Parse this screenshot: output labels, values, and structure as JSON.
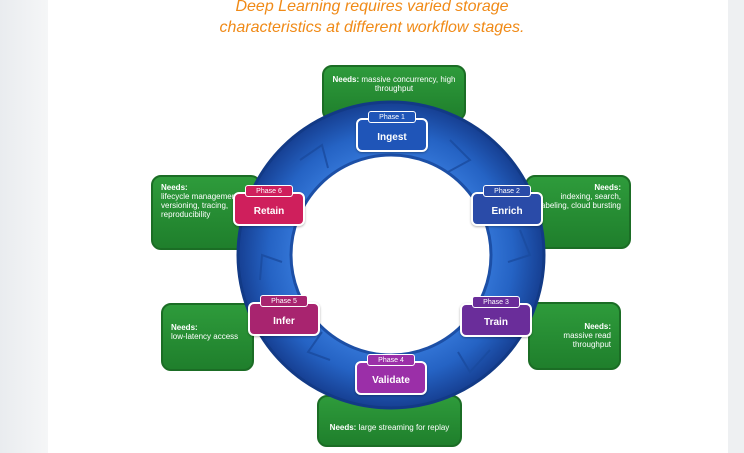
{
  "heading": {
    "line1": "Deep Learning requires varied storage",
    "line2": "characteristics at different workflow stages."
  },
  "phases": [
    {
      "tag": "Phase 1",
      "name": "Ingest",
      "color": "#1f55b8",
      "needs_label": "Needs:",
      "needs_text": "massive concurrency, high throughput"
    },
    {
      "tag": "Phase 2",
      "name": "Enrich",
      "color": "#2a4ba8",
      "needs_label": "Needs:",
      "needs_text": "indexing, search, labeling, cloud bursting"
    },
    {
      "tag": "Phase 3",
      "name": "Train",
      "color": "#6a2d9a",
      "needs_label": "Needs:",
      "needs_text": "massive read throughput"
    },
    {
      "tag": "Phase 4",
      "name": "Validate",
      "color": "#9b2fa8",
      "needs_label": "Needs:",
      "needs_text": "large streaming for replay"
    },
    {
      "tag": "Phase 5",
      "name": "Infer",
      "color": "#a8246f",
      "needs_label": "Needs:",
      "needs_text": "low-latency access"
    },
    {
      "tag": "Phase 6",
      "name": "Retain",
      "color": "#cf1f5c",
      "needs_label": "Needs:",
      "needs_text": "lifecycle management – versioning, tracing, reproducibility"
    }
  ],
  "colors": {
    "ring_outer": "#1a4fa8",
    "ring_inner": "#2f72d6",
    "needs_green": "#2e9b3b",
    "heading_orange": "#f08a17"
  }
}
